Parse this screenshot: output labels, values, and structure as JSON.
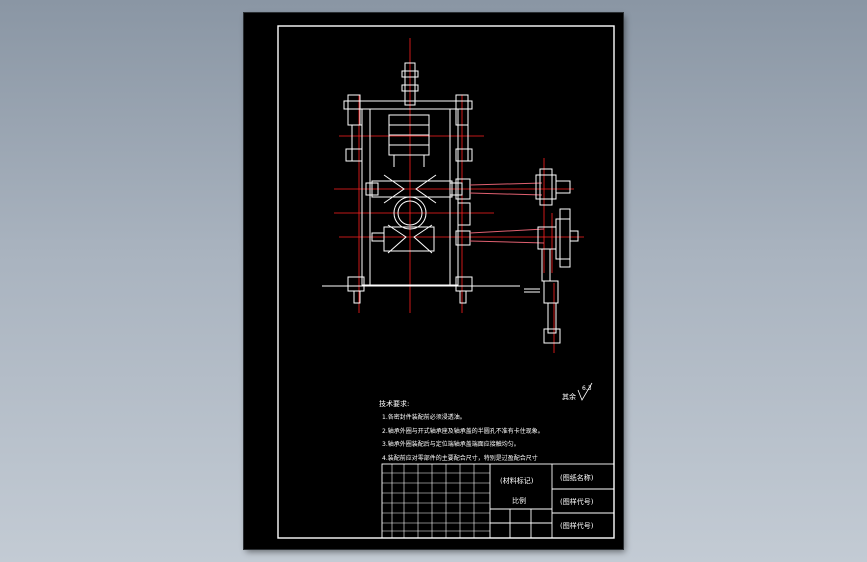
{
  "drawing": {
    "roughness_mark": "其余",
    "roughness_value": "6.3",
    "tech_requirements": {
      "heading": "技术要求:",
      "items": [
        "1.各密封件装配前必须浸透油。",
        "2.轴承外圈与开式轴承座及轴承盖的半圆孔不准有卡住现象。",
        "3.轴承外圈装配后与定位端轴承盖端面应接触均匀。",
        "4.装配前应对零部件的主要配合尺寸，特别是过盈配合尺寸"
      ]
    },
    "title_block": {
      "center_label": "(材料标记)",
      "center_sub": "比例",
      "right_cells": [
        "(图纸名称)",
        "(图样代号)",
        "(图样代号)"
      ]
    }
  },
  "colors": {
    "background_top": "#8a96a4",
    "sheet": "#000000",
    "lines": "#ffffff",
    "centerlines": "#ff2020",
    "accent_links": "#e06070"
  }
}
